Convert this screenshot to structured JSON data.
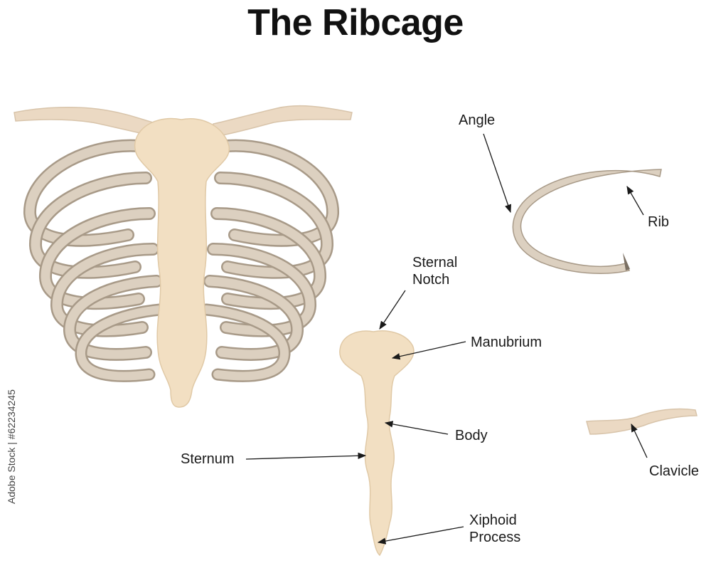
{
  "title": "The Ribcage",
  "labels": {
    "angle": "Angle",
    "rib": "Rib",
    "sternal_notch": "Sternal\nNotch",
    "manubrium": "Manubrium",
    "body": "Body",
    "sternum": "Sternum",
    "clavicle": "Clavicle",
    "xiphoid_process": "Xiphoid\nProcess"
  },
  "credit": "Adobe Stock | #62234245",
  "colors": {
    "bone_fill": "#EBD9C3",
    "rib_fill": "#DCD0C0",
    "rib_edge": "#A89A88",
    "sternum_fill": "#F2DFC2",
    "arrow": "#1a1a1a"
  }
}
